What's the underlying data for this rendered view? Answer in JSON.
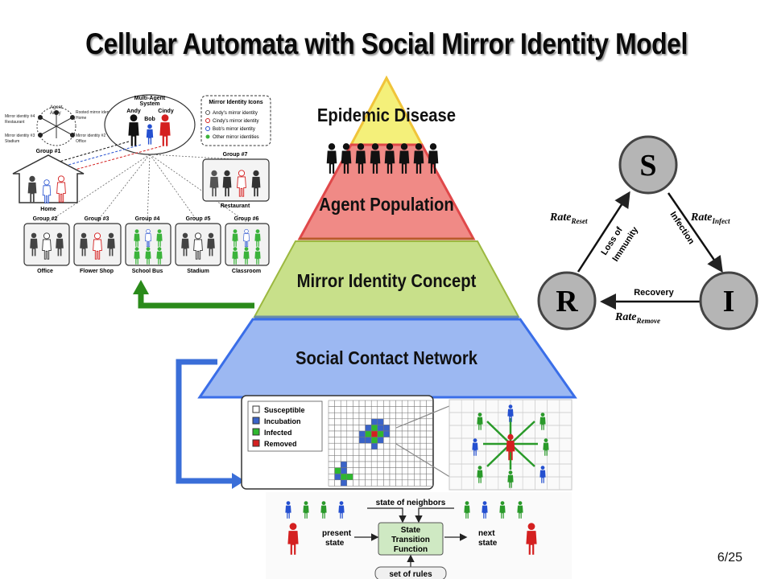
{
  "slide": {
    "title": "Cellular Automata with Social Mirror Identity Model",
    "page_number": "6/25"
  },
  "pyramid": {
    "layers": [
      {
        "label": "Epidemic Disease",
        "color": "#f4f07a"
      },
      {
        "label": "Agent Population",
        "color": "#f08a86"
      },
      {
        "label": "Mirror Identity Concept",
        "color": "#c8e08a"
      },
      {
        "label": "Social Contact Network",
        "color": "#9cb8f2"
      }
    ],
    "outline_color": "#3a6ee8"
  },
  "sir_model": {
    "nodes": {
      "s": "S",
      "i": "I",
      "r": "R"
    },
    "edges": {
      "infection": "Infection",
      "loss_of_immunity_1": "Loss of",
      "loss_of_immunity_2": "Immunity",
      "recovery": "Recovery"
    },
    "rates": {
      "reset": "Rate",
      "reset_sub": "Reset",
      "infect": "Rate",
      "infect_sub": "Infect",
      "remove": "Rate",
      "remove_sub": "Remove"
    }
  },
  "multi_agent": {
    "system_title_1": "Multi-Agent",
    "system_title_2": "System",
    "names": {
      "andy": "Andy",
      "cindy": "Cindy",
      "bob": "Bob"
    },
    "legend_title": "Mirror Identity Icons",
    "legend_items": [
      "Andy's mirror identity",
      "Cindy's mirror identity",
      "Bob's mirror identity",
      "Other mirror identities"
    ],
    "agent_labels": [
      "Agent",
      "Andy",
      "Rooted mirror identity #1",
      "Home",
      "Mirror identity #4",
      "Restaurant",
      "Mirror identity #3",
      "Stadium",
      "Mirror identity #2",
      "Office"
    ],
    "groups": [
      {
        "label": "Group #1",
        "place": "Home"
      },
      {
        "label": "Group #2",
        "place": "Office"
      },
      {
        "label": "Group #3",
        "place": "Flower Shop"
      },
      {
        "label": "Group #4",
        "place": "School Bus"
      },
      {
        "label": "Group #5",
        "place": "Stadium"
      },
      {
        "label": "Group #6",
        "place": "Classroom"
      },
      {
        "label": "Group #7",
        "place": "Restaurant"
      }
    ]
  },
  "ca_grid": {
    "legend": [
      {
        "label": "Susceptible",
        "color": "#ffffff"
      },
      {
        "label": "Incubation",
        "color": "#3a63c8"
      },
      {
        "label": "Infected",
        "color": "#2eb82e"
      },
      {
        "label": "Removed",
        "color": "#d42020"
      }
    ]
  },
  "transition": {
    "neighbors": "state of neighbors",
    "present": "present",
    "present2": "state",
    "func1": "State",
    "func2": "Transition",
    "func3": "Function",
    "next": "next",
    "next2": "state",
    "rules": "set of rules"
  }
}
